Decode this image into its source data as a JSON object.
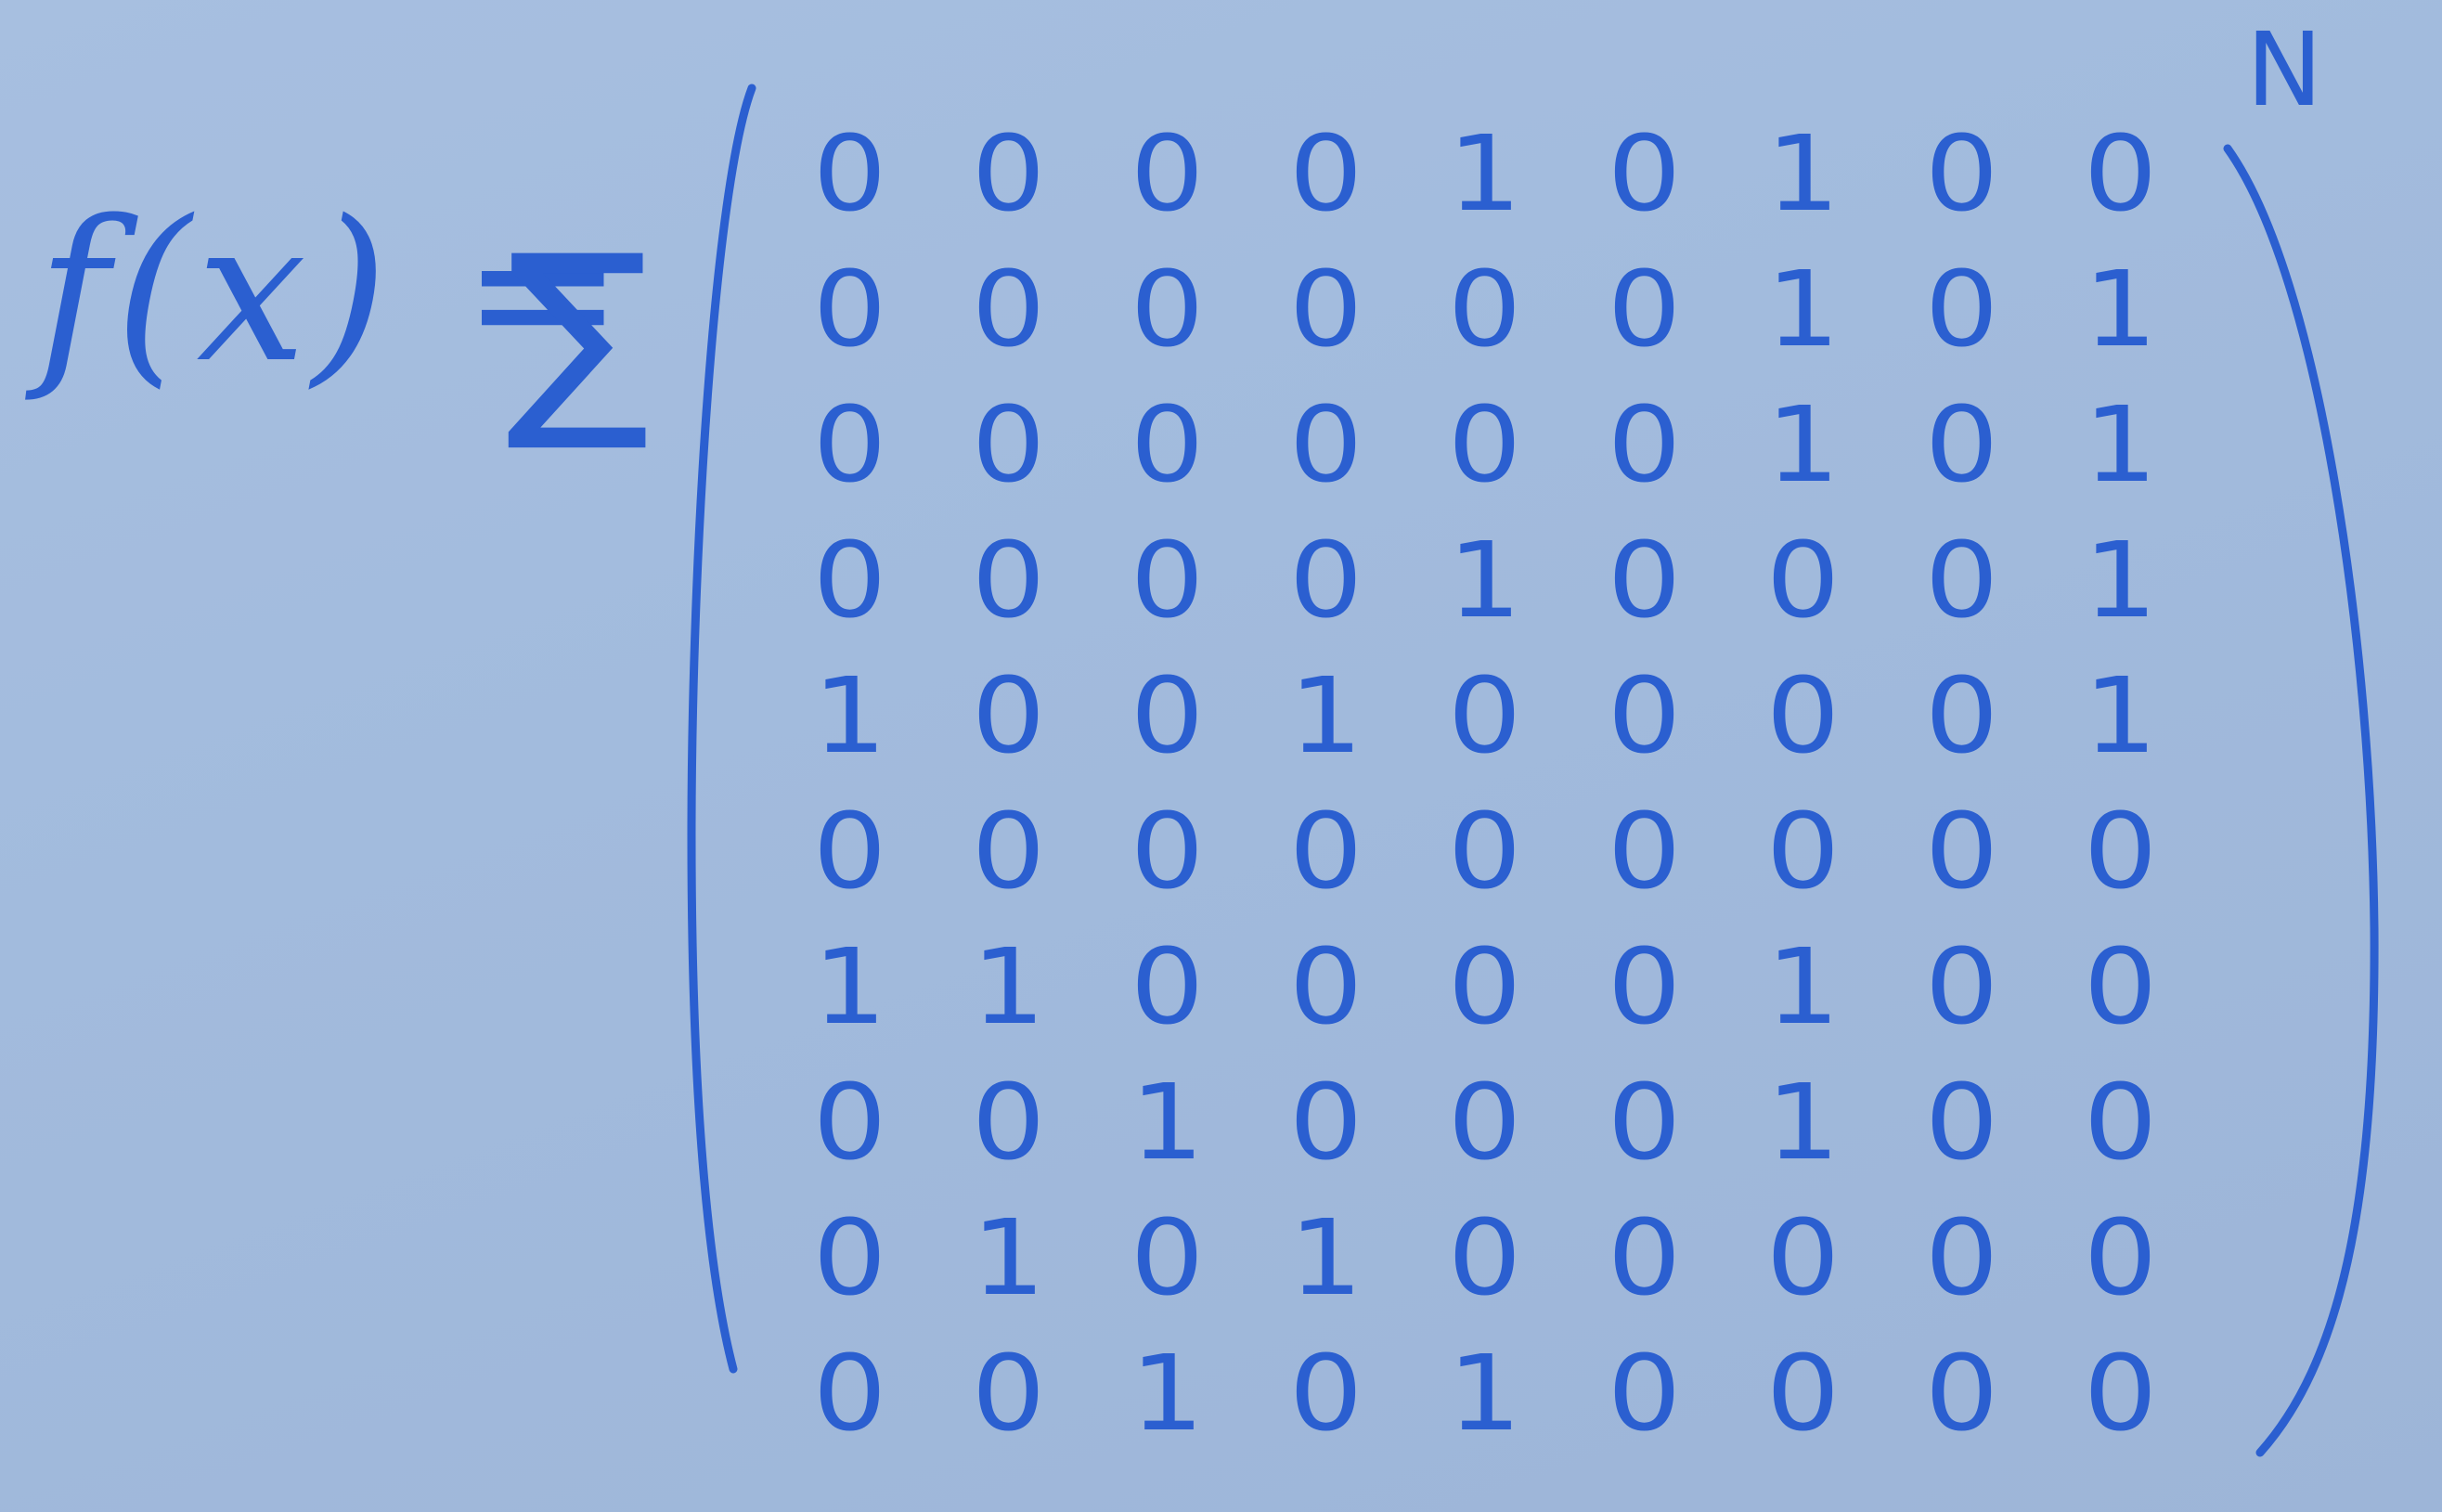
{
  "formula": {
    "lhs": "f(x) =",
    "sum_symbol": "∑",
    "exponent": "N"
  },
  "matrix": {
    "rows": [
      [
        "0",
        "0",
        "0",
        "0",
        "1",
        "0",
        "1",
        "0",
        "0"
      ],
      [
        "0",
        "0",
        "0",
        "0",
        "0",
        "0",
        "1",
        "0",
        "1"
      ],
      [
        "0",
        "0",
        "0",
        "0",
        "0",
        "0",
        "1",
        "0",
        "1"
      ],
      [
        "0",
        "0",
        "0",
        "0",
        "1",
        "0",
        "0",
        "0",
        "1"
      ],
      [
        "1",
        "0",
        "0",
        "1",
        "0",
        "0",
        "0",
        "0",
        "1"
      ],
      [
        "0",
        "0",
        "0",
        "0",
        "0",
        "0",
        "0",
        "0",
        "0"
      ],
      [
        "1",
        "1",
        "0",
        "0",
        "0",
        "0",
        "1",
        "0",
        "0"
      ],
      [
        "0",
        "0",
        "1",
        "0",
        "0",
        "0",
        "1",
        "0",
        "0"
      ],
      [
        "0",
        "1",
        "0",
        "1",
        "0",
        "0",
        "0",
        "0",
        "0"
      ],
      [
        "0",
        "0",
        "1",
        "0",
        "1",
        "0",
        "0",
        "0",
        "0"
      ]
    ]
  },
  "colors": {
    "ink": "#2b5fd0",
    "paper": "#a2bbdd"
  }
}
